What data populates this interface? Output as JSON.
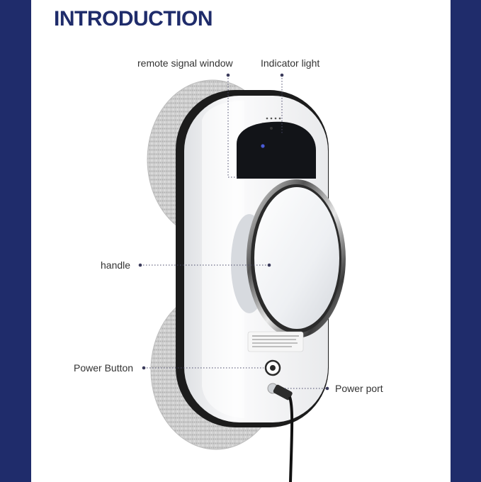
{
  "header": {
    "title": "INTRODUCTION"
  },
  "callouts": {
    "remote_signal_window": "remote signal window",
    "indicator_light": "Indicator light",
    "handle": "handle",
    "power_button": "Power Button",
    "power_port": "Power port"
  },
  "colors": {
    "brand_navy": "#1f2c6b",
    "device_body": "#f4f5f7",
    "device_trim": "#1c1c1c",
    "pad_gray": "#c9c9c9"
  },
  "icons": {
    "power": "power-button-icon"
  }
}
